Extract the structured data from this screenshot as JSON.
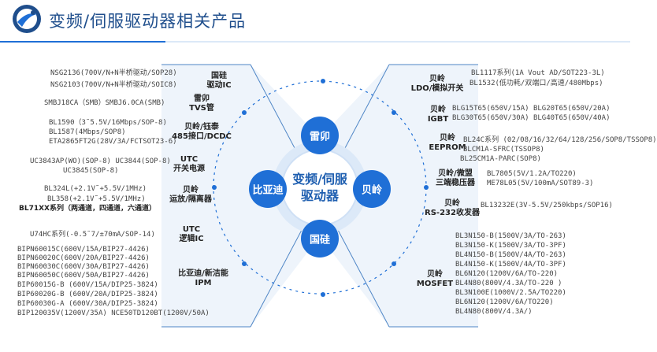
{
  "header": {
    "title": "变频/伺服驱动器相关产品"
  },
  "center": {
    "line1": "变频/伺服",
    "line2": "驱动器"
  },
  "brands": {
    "top": "雷卯",
    "left": "比亚迪",
    "right": "贝岭",
    "bottom": "国硅"
  },
  "left": {
    "categories": [
      {
        "line1": "国硅",
        "line2": "驱动IC"
      },
      {
        "line1": "雷卯",
        "line2": "TVS管"
      },
      {
        "line1": "贝岭/钰泰",
        "line2": "485接口/DCDC"
      },
      {
        "line1": "UTC",
        "line2": "开关电源"
      },
      {
        "line1": "贝岭",
        "line2": "运放/隔离器"
      },
      {
        "line1": "UTC",
        "line2": "逻辑IC"
      },
      {
        "line1": "比亚迪/新洁能",
        "line2": "IPM"
      }
    ],
    "parts": [
      "NSG2136(700V/N+N半桥驱动/SOP28)",
      "NSG2103(700V/N+N半桥驱动/SOIC8)",
      "SMBJ18CA（SMB）SMBJ6.0CA(SMB)",
      "BL1590（3˜5.5V/16Mbps/SOP-8)",
      "BL1587(4Mbps/SOP8)",
      "ETA2865FT2G(28V/3A/FCTSOT23-6)",
      "UC3843AP(WO)(SOP-8)   UC3844(SOP-8)",
      "UC3845(SOP-8)",
      "BL324L(+2.1V˜+5.5V/1MHz)",
      "BL358(+2.1V˜+5.5V/1MHz)",
      "BL71XX系列（两通道，四通道，六通道）",
      "U74HC系列(-0.5˜7/±70mA/SOP-14)",
      "BIPN60015C(600V/15A/BIP27-4426)",
      "BIPN60020C(600V/20A/BIP27-4426)",
      "BIPN60030C(600V/30A/BIP27-4426)",
      "BIPN60050C(600V/50A/BIP27-4426)",
      "BIP60015G-B (600V/15A/DIP25-3824)",
      "BIP60020G-B (600V/20A/DIP25-3824)",
      "BIP60030G-A (600V/30A/DIP25-3824)",
      "BIP120035V(1200V/35A)   NCE50TD120BT(1200V/50A)"
    ]
  },
  "right": {
    "categories": [
      {
        "line1": "贝岭",
        "line2": "LDO/模拟开关"
      },
      {
        "line1": "贝岭",
        "line2": "IGBT"
      },
      {
        "line1": "贝岭",
        "line2": "EEPROM"
      },
      {
        "line1": "贝岭/微盟",
        "line2": "三端稳压器"
      },
      {
        "line1": "贝岭",
        "line2": "RS-232收发器"
      },
      {
        "line1": "贝岭",
        "line2": "MOSFET"
      }
    ],
    "parts": [
      "BL1117系列(1A Vout AD/SOT223-3L)",
      "BL1532(低功耗/双端口/高速/480Mbps)",
      "BLG15T65(650V/15A)    BLG20T65(650V/20A)",
      "BLG30T65(650V/30A)    BLG40T65(650V/40A)",
      "BL24C系列 (02/08/16/32/64/128/256/SOP8/TSSOP8)",
      "BLCM1A-SFRC(TSSOP8)",
      "BL25CM1A-PARC(SOP8)",
      "BL7805(5V/1.2A/TO220)",
      "ME78L05(5V/100mA/SOT89-3)",
      "BL13232E(3V-5.5V/250kbps/SOP16)",
      "BL3N150-B(1500V/3A/TO-263)",
      "BL3N150-K(1500V/3A/TO-3PF)",
      "BL4N150-B(1500V/4A/TO-263)",
      "BL4N150-K(1500V/4A/TO-3PF)",
      "BL6N120(1200V/6A/TO-220)",
      "BL4N80(800V/4.3A/TO-220 )",
      "BL3N100E(1000V/2.5A/TO220)",
      "BL6N120(1200V/6A/TO220)",
      "BL4N80(800V/4.3A/)"
    ]
  },
  "colors": {
    "primary": "#1f6fd6",
    "dark_blue": "#1f4e8c",
    "light_blue": "#dce9f8"
  }
}
